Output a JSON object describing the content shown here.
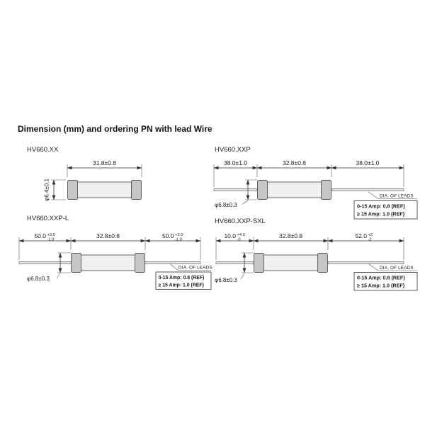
{
  "title": "Dimension (mm) and ordering PN with lead Wire",
  "lead_note": {
    "heading": "DIA. OF LEADS",
    "line1": "0-15 Amp: 0.8 (REF)",
    "line2": "≥ 15 Amp: 1.0 (REF)"
  },
  "panels": {
    "xx": {
      "label": "HV660.XX",
      "length": "31.8±0.8",
      "diameter": "φ6.4±0.1"
    },
    "xxp": {
      "label": "HV660.XXP",
      "lead_left": "38.0±1.0",
      "body": "32.8±0.8",
      "lead_right": "38.0±1.0",
      "diameter": "φ6.8±0.3"
    },
    "xxp_l": {
      "label": "HV660.XXP-L",
      "lead_left": {
        "value": "50.0",
        "tol_up": "+3.0",
        "tol_dn": "-1.0"
      },
      "body": "32.8±0.8",
      "lead_right": {
        "value": "50.0",
        "tol_up": "+3.0",
        "tol_dn": "-1.0"
      },
      "diameter": "φ6.8±0.3"
    },
    "xxp_sxl": {
      "label": "HV660.XXP-SXL",
      "lead_left": {
        "value": "10.0",
        "tol_up": "+4.0",
        "tol_dn": "-0"
      },
      "body": "32.8±0.8",
      "lead_right": {
        "value": "52.0",
        "tol_up": "+2",
        "tol_dn": "-2"
      },
      "diameter": "φ6.8±0.3"
    }
  }
}
